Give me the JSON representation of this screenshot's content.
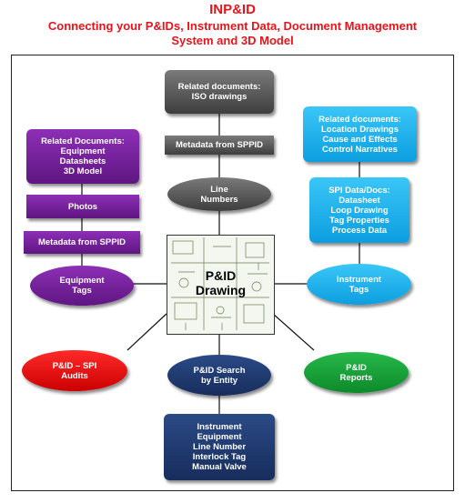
{
  "header": {
    "title": "INP&ID",
    "subtitle_line1": "Connecting your P&IDs, Instrument Data, Document Management",
    "subtitle_line2": "System and 3D Model"
  },
  "center": {
    "line1": "P&ID",
    "line2": "Drawing"
  },
  "nodes": {
    "iso_docs": [
      "Related documents:",
      "ISO drawings"
    ],
    "metadata_sppid_top": "Metadata from SPPID",
    "line_numbers": [
      "Line",
      "Numbers"
    ],
    "equip_docs": [
      "Related Documents:",
      "Equipment",
      "Datasheets",
      "3D Model"
    ],
    "photos": "Photos",
    "metadata_sppid_left": "Metadata from SPPID",
    "equipment_tags": [
      "Equipment",
      "Tags"
    ],
    "instr_docs": [
      "Related documents:",
      "Location Drawings",
      "Cause and Effects",
      "Control Narratives"
    ],
    "spi_docs": [
      "SPI Data/Docs:",
      "Datasheet",
      "Loop Drawing",
      "Tag Properties",
      "Process Data"
    ],
    "instrument_tags": [
      "Instrument",
      "Tags"
    ],
    "spi_audits": [
      "P&ID – SPI",
      "Audits"
    ],
    "search_entity": [
      "P&ID Search",
      "by Entity"
    ],
    "reports": [
      "P&ID",
      "Reports"
    ],
    "entities": [
      "Instrument",
      "Equipment",
      "Line Number",
      "Interlock Tag",
      "Manual Valve"
    ]
  },
  "colors": {
    "title_red": "#e8141b",
    "grey": "#555555",
    "purple": "#7a23a3",
    "cyan": "#1ab4ef",
    "red": "#e60000",
    "navy": "#1f3a70",
    "green": "#17a03a"
  }
}
